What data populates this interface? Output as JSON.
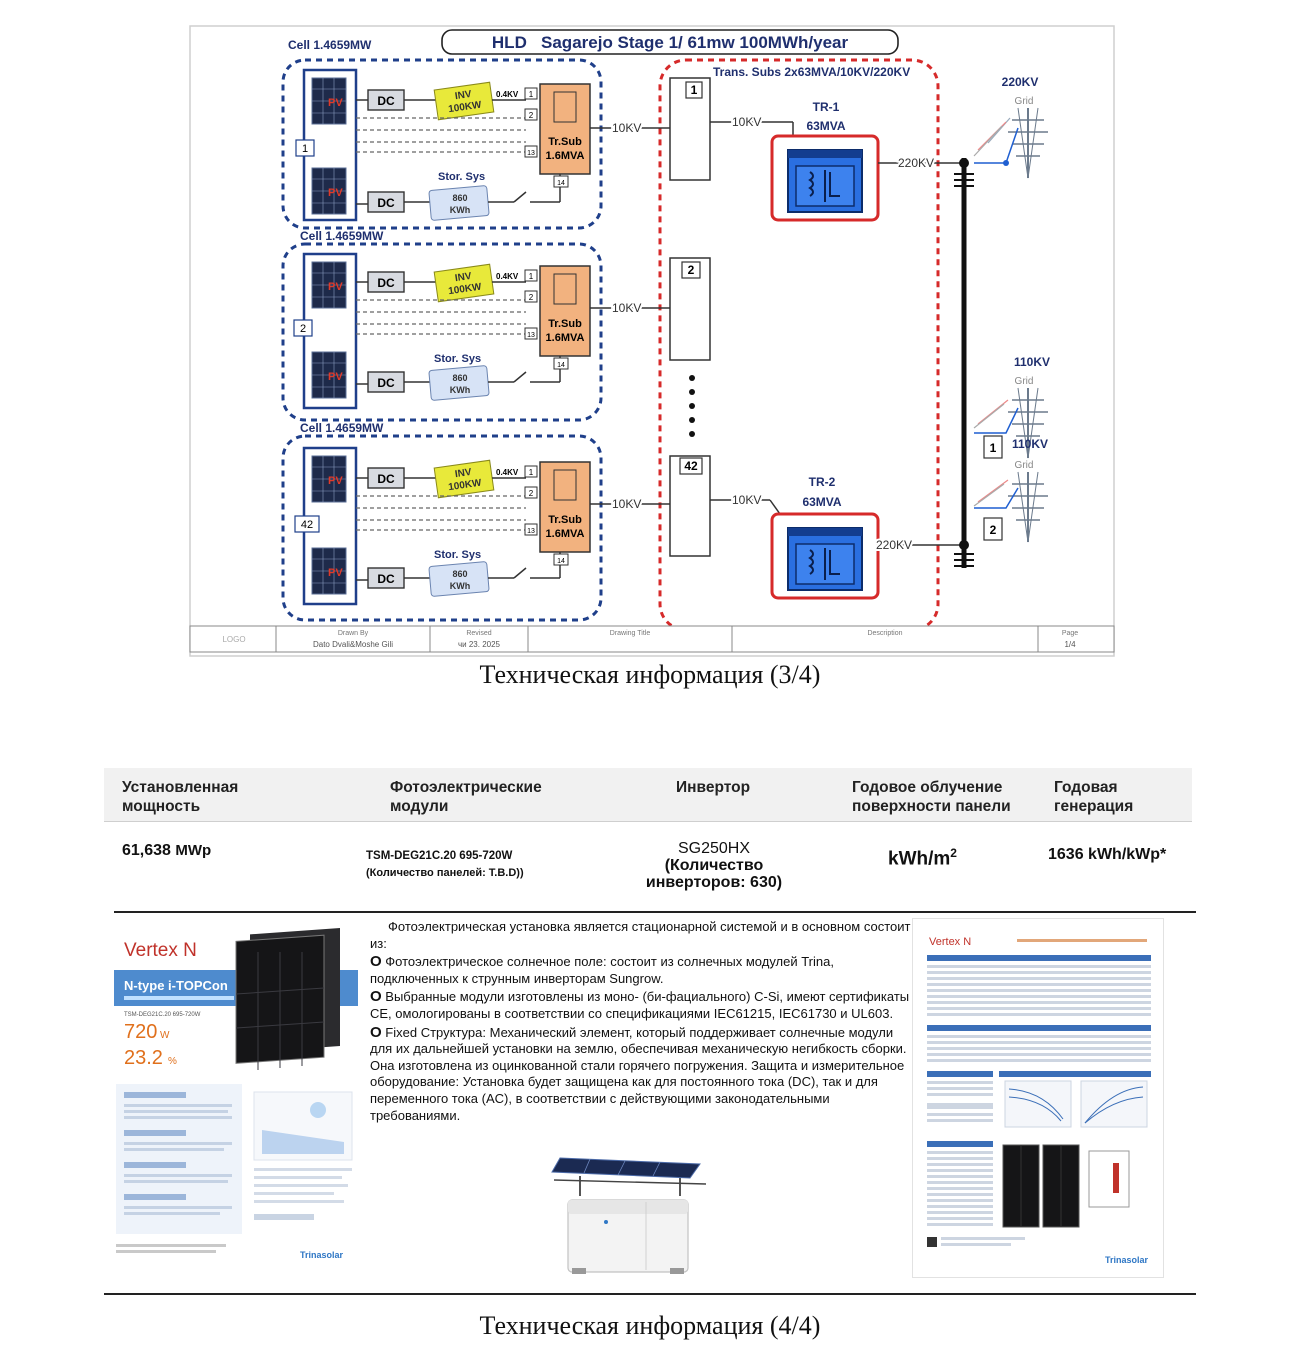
{
  "diagram": {
    "title": "HLD   Sagarejo Stage 1/ 61mw 100MWh/year",
    "cell_label": "Cell 1.4659MW",
    "substation_label": "Trans. Subs 2x63MVA/10KV/220KV",
    "cells": [
      {
        "id": "1"
      },
      {
        "id": "2"
      },
      {
        "id": "42"
      }
    ],
    "pv": "PV",
    "dc": "DC",
    "inv": [
      "INV",
      "100KW"
    ],
    "inv_voltage": "0.4KV",
    "tr_sub": [
      "Tr.Sub",
      "1.6MVA"
    ],
    "stor_sys": "Stor. Sys",
    "storage": [
      "860",
      "KWh"
    ],
    "terminals": [
      "1",
      "2",
      "13",
      "14"
    ],
    "feeder_voltage": "10KV",
    "bays": [
      "1",
      "2",
      "42"
    ],
    "transformers": [
      {
        "name": "TR-1",
        "rating": "63MVA",
        "out": "220KV"
      },
      {
        "name": "TR-2",
        "rating": "63MVA",
        "out": "220KV"
      }
    ],
    "grids": [
      {
        "voltage": "220KV",
        "label": "Grid"
      },
      {
        "voltage": "110KV",
        "label": "Grid"
      },
      {
        "voltage": "110KV",
        "label": "Grid"
      }
    ],
    "grid_switches": [
      "1",
      "2"
    ],
    "titleblock": {
      "logo": "LOGO",
      "drawn_by_label": "Drawn By",
      "drawn_by": "Dato Dvali&Moshe Gili",
      "revised_label": "Revised",
      "revised": "чи 23. 2025",
      "drawing_title_label": "Drawing Title",
      "description_label": "Description",
      "page_label": "Page",
      "page": "1/4"
    }
  },
  "caption_top": "Техническая информация (3/4)",
  "table": {
    "headers": [
      "Установленная мощность",
      "Фотоэлектрические модули",
      "Инвертор",
      "Годовое облучение поверхности панели",
      "Годовая генерация"
    ],
    "row": {
      "capacity_value": "61,638",
      "capacity_unit": "MWp",
      "module": "TSM-DEG21C.20 695-720W",
      "module_note": "(Количество панелей: T.B.D))",
      "inverter": "SG250HX",
      "inverter_note": "(Количество инверторов: 630)",
      "irradiation": "kWh/m",
      "irradiation_sup": "2",
      "generation": "1636 kWh/kWp*"
    }
  },
  "description": {
    "intro": "Фотоэлектрическая установка является стационарной системой и в основном состоит из:",
    "bullet_glyph": "O",
    "bullets": [
      "Фотоэлектрическое солнечное поле: состоит из солнечных модулей Trina, подключенных к струнным инверторам Sungrow.",
      "Выбранные модули изготовлены из моно- (би-фациального) C-Si, имеют сертификаты CE, омологированы в соответствии со спецификациями IEC61215, IEC61730 и UL603.",
      "Fixed Структура: Механический элемент, который поддерживает солнечные модули для их дальнейшей установки на землю, обеспечивая механическую негибкость сборки. Она изготовлена из оцинкованной стали горячего погружения. Защита и измерительное оборудование: Установка будет защищена как для постоянного тока (DC), так и для переменного тока (AC), в соответствии с действующими законодательными требованиями."
    ]
  },
  "datasheet_left": {
    "brand": "Vertex N",
    "product": "N-type i-TOPCon",
    "model": "TSM-DEG21C.20  695-720W",
    "power": "720",
    "power_unit": "W",
    "efficiency": "23.2",
    "efficiency_unit": "%",
    "maker": "Trinasolar"
  },
  "datasheet_right": {
    "brand": "Vertex N",
    "maker": "Trinasolar"
  },
  "caption_bottom": "Техническая информация (4/4)",
  "colors": {
    "cell_border": "#1f3f8a",
    "substation_border": "#d62a2a",
    "inverter": "#e8e93a",
    "tr_sub": "#f2b27f",
    "storage": "#d7e3f6",
    "transformer_blue": "#1f5fd1",
    "table_header_bg": "#f1f1f1"
  }
}
